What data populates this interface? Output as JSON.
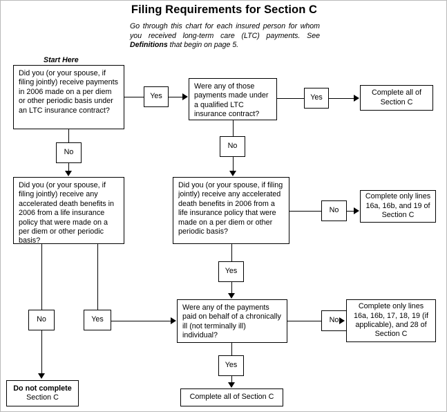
{
  "header": {
    "title": "Filing Requirements for Section C",
    "intro_pre": "Go through this chart for each insured person for whom you received long-term care (LTC) payments. See ",
    "intro_bold": "Definitions",
    "intro_post": " that begin on page 5.",
    "start_here": "Start Here"
  },
  "nodes": {
    "q1": "Did you (or your spouse, if filing jointly) receive payments in 2006 made on a per diem or other periodic basis under an LTC insurance contract?",
    "q2": "Were any of those payments made under a qualified LTC insurance contract?",
    "q3": "Did you (or your spouse, if filing jointly) receive any accelerated death benefits in 2006 from a life insurance policy that were made on a per diem or other periodic basis?",
    "q4": "Did you (or your spouse, if filing jointly) receive any accelerated death benefits in 2006 from a life insurance policy that were made on a per diem or other periodic basis?",
    "q5": "Were any of the payments paid on behalf of a chronically ill (not terminally ill) individual?",
    "out_complete_all_top": "Complete all of Section C",
    "out_lines_16a_16b_19": "Complete only lines 16a, 16b, and 19 of Section C",
    "out_lines_16a_16b_17_18_19_28": "Complete only lines 16a, 16b, 17, 18, 19 (if applicable), and 28 of Section C",
    "out_do_not_complete_bold": "Do not complete",
    "out_do_not_complete_rest": "Section C",
    "out_complete_all_bottom": "Complete all of Section C"
  },
  "edges": {
    "q1_yes": "Yes",
    "q1_no": "No",
    "q2_yes": "Yes",
    "q2_no": "No",
    "q3_no": "No",
    "q3_yes": "Yes",
    "q4_no": "No",
    "q4_yes": "Yes",
    "q5_no": "No",
    "q5_yes": "Yes"
  },
  "colors": {
    "ink": "#000000",
    "paper": "#ffffff"
  }
}
